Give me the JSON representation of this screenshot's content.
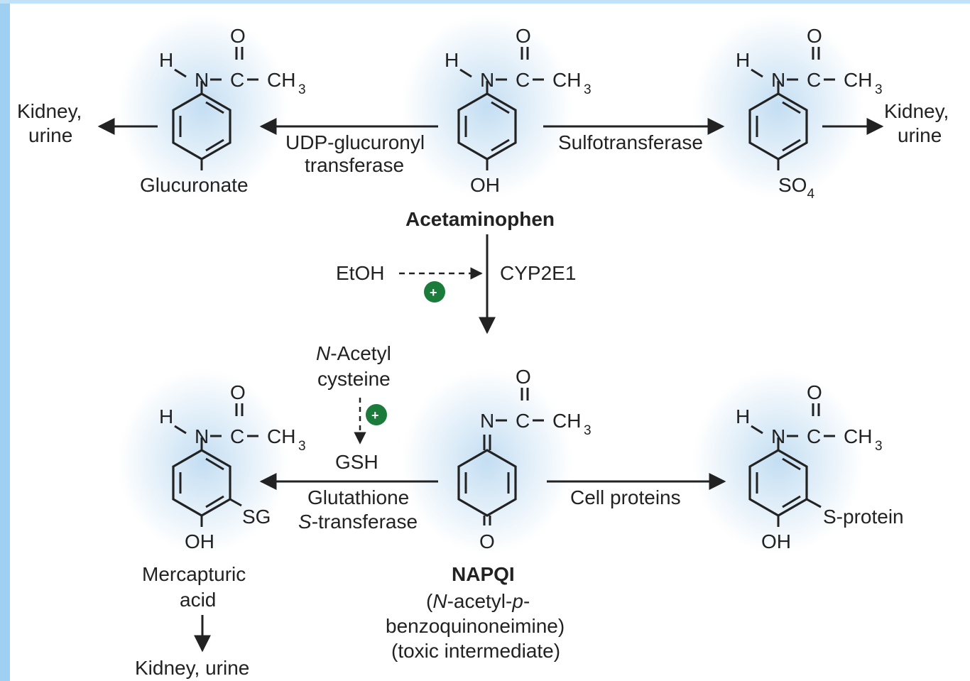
{
  "colors": {
    "background": "#ffffff",
    "left_bar": "#9fd0f2",
    "plus_badge": "#1b7b3a",
    "line": "#222222",
    "glow": "#b9d8f0"
  },
  "atoms": {
    "H": "H",
    "N": "N",
    "C": "C",
    "O": "O",
    "CH": "CH",
    "three": "3",
    "OH": "OH",
    "SO": "SO",
    "four": "4"
  },
  "labels": {
    "acetaminophen": "Acetaminophen",
    "glucuronate": "Glucuronate",
    "udp_line1": "UDP-glucuronyl",
    "udp_line2": "transferase",
    "sulfotransferase": "Sulfotransferase",
    "kidney_left_1": "Kidney,",
    "kidney_left_2": "urine",
    "kidney_right_1": "Kidney,",
    "kidney_right_2": "urine",
    "etoh": "EtOH",
    "cyp2e1": "CYP2E1",
    "nac_italic": "N",
    "nac_line1_rest": "-Acetyl",
    "nac_line2": "cysteine",
    "gsh": "GSH",
    "gst_line1": "Glutathione",
    "gst_italic": "S",
    "gst_line2_rest": "-transferase",
    "cell_proteins": "Cell proteins",
    "sg": "SG",
    "s_protein": "S-protein",
    "mercapturic_1": "Mercapturic",
    "mercapturic_2": "acid",
    "kidney_bottom": "Kidney, urine",
    "napqi": "NAPQI",
    "napqi_open": "(",
    "napqi_n": "N",
    "napqi_mid": "-acetyl-",
    "napqi_p": "p",
    "napqi_dash": "-",
    "napqi_line2": "benzoquinoneimine)",
    "napqi_line3": "(toxic intermediate)",
    "plus": "+"
  }
}
